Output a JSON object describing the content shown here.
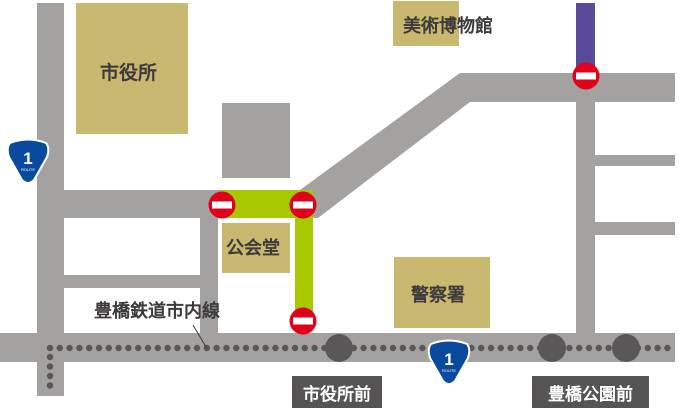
{
  "colors": {
    "road": "#a4a1a1",
    "highlight_route": "#a8c800",
    "one_way_road": "#5a4a9a",
    "building": "#c8b870",
    "station": "#5a5758",
    "no_entry": "#e0001a",
    "route_shield": "#0a4a9e"
  },
  "buildings": {
    "city_hall": "市役所",
    "public_hall": "公会堂",
    "museum": "美術博物館",
    "police": "警察署"
  },
  "railway": {
    "name": "豊橋鉄道市内線"
  },
  "stations": [
    {
      "name": "市役所前"
    },
    {
      "name": "豊橋公園前"
    }
  ],
  "route_shield": {
    "number": "1",
    "text": "ROUTE"
  },
  "icons": [
    "no-entry-sign-icon",
    "route-shield-icon",
    "station-icon"
  ]
}
